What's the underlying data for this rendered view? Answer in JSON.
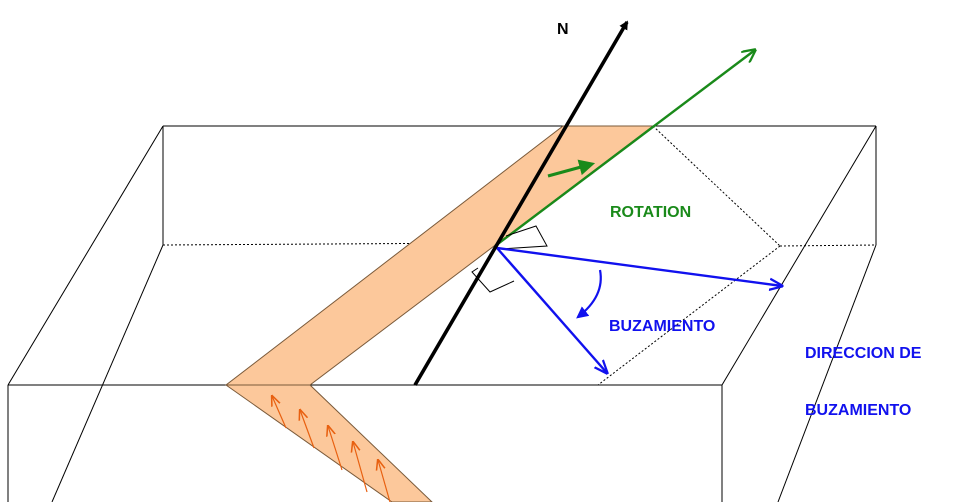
{
  "labels": {
    "north": "N",
    "rotation": "ROTATION",
    "dip": "BUZAMIENTO",
    "dip_direction_line1": "DIRECCION DE",
    "dip_direction_line2": "BUZAMIENTO"
  },
  "colors": {
    "outline": "#000000",
    "layer_fill": "#fcc89b",
    "layer_stroke": "#7a5a3a",
    "layer_arrows": "#e86010",
    "rotation": "#1a8a1a",
    "dip": "#1111ee",
    "north_arrow": "#000000"
  }
}
